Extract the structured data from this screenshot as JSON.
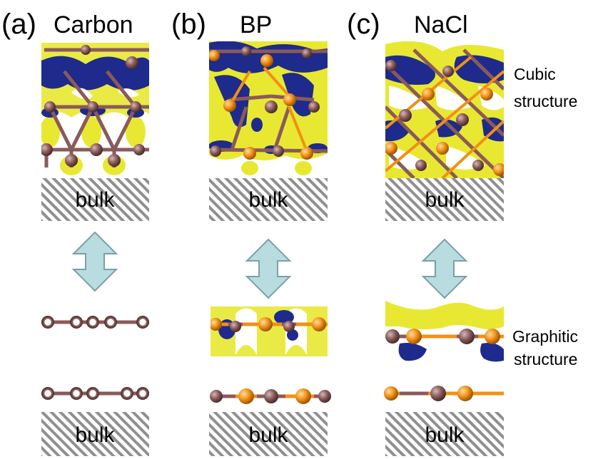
{
  "panels": [
    {
      "letter": "(a)",
      "name": "Carbon",
      "bulk_top": "bulk",
      "bulk_bottom": "bulk"
    },
    {
      "letter": "(b)",
      "name": "BP",
      "bulk_top": "bulk",
      "bulk_bottom": "bulk"
    },
    {
      "letter": "(c)",
      "name": "NaCl",
      "bulk_top": "bulk",
      "bulk_bottom": "bulk"
    }
  ],
  "side_labels": {
    "cubic": [
      "Cubic",
      "structure"
    ],
    "graphitic": [
      "Graphitic",
      "structure"
    ]
  },
  "colors": {
    "atom_brown": "#8a5a5a",
    "atom_orange": "#f09018",
    "isosurface_yellow": "#e6e62a",
    "isosurface_blue": "#1e2a8c",
    "arrow_fill": "#b9dce0",
    "arrow_stroke": "#7aa0a4",
    "hatch": "#8a8a8a"
  }
}
